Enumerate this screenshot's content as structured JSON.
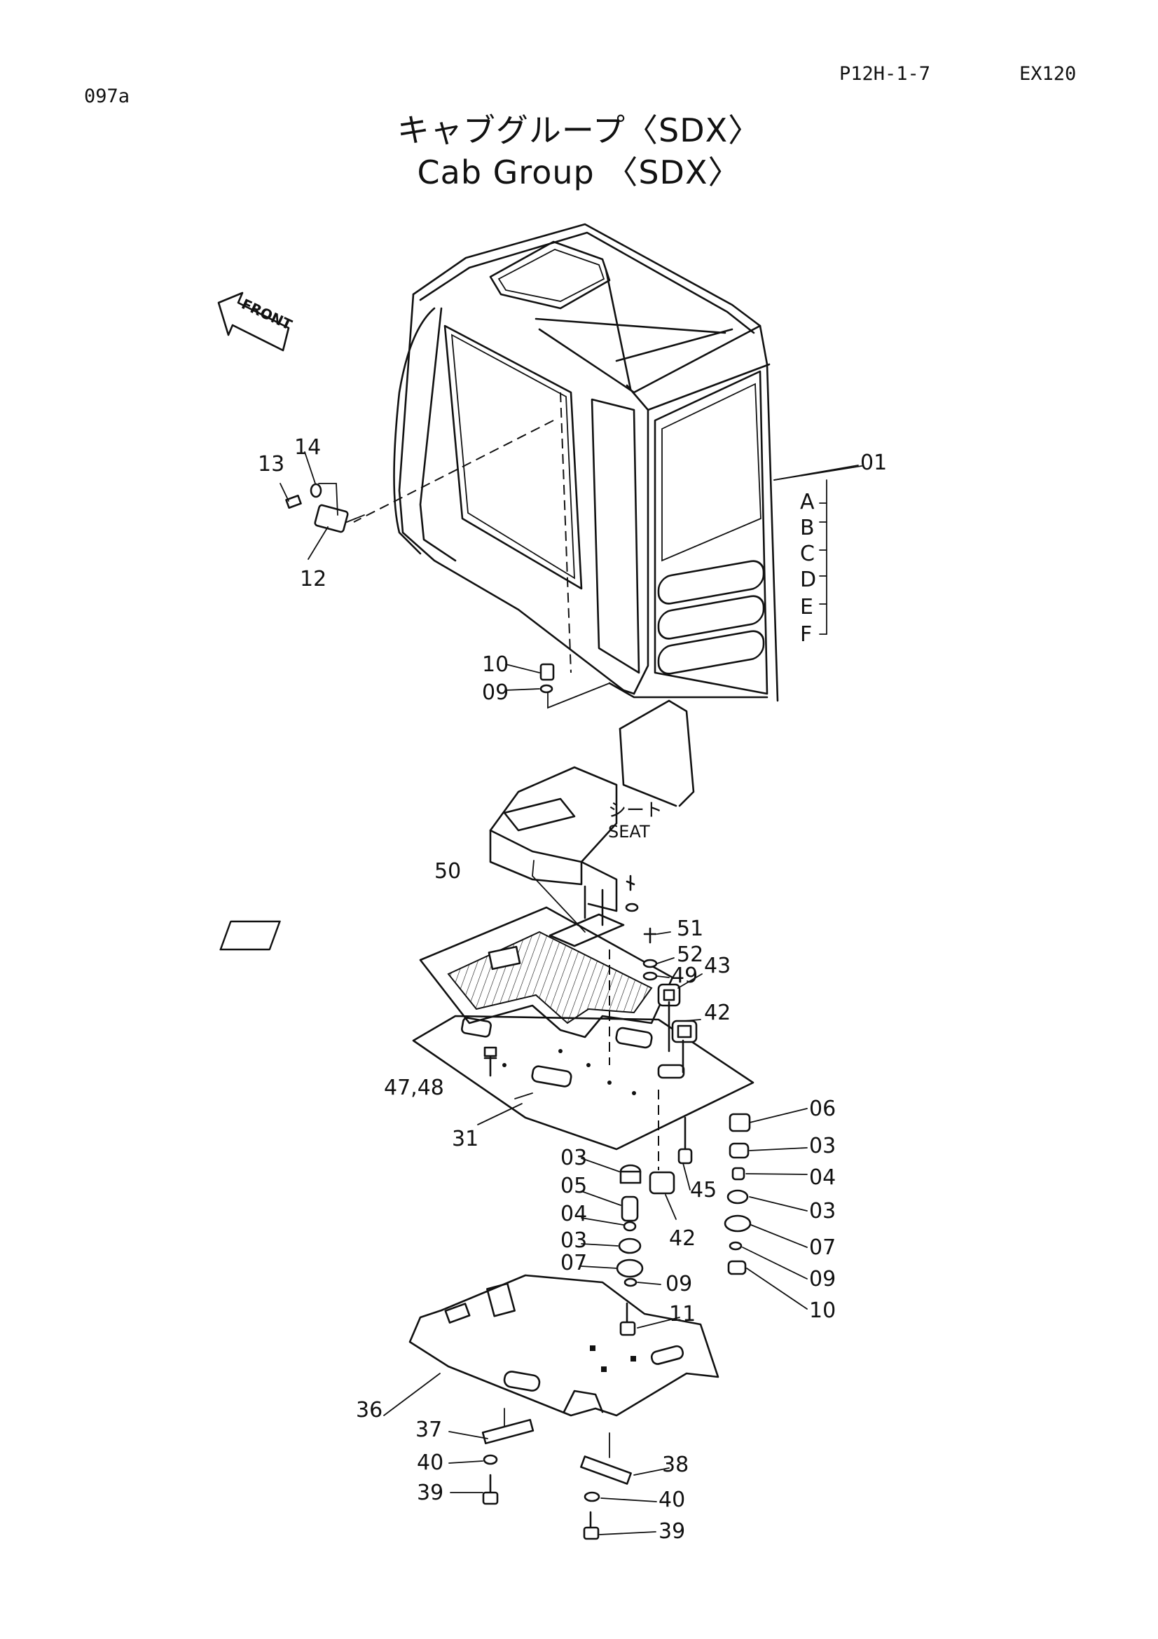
{
  "sheet": {
    "code": "097a",
    "page_ref": "P12H-1-7",
    "model": "EX120"
  },
  "title": {
    "japanese": "キャブグループ〈SDX〉",
    "english": "Cab Group 〈SDX〉"
  },
  "front_marker": "FRONT",
  "seat_label": {
    "japanese": "シート",
    "english": "SEAT"
  },
  "cab_variants": [
    "A",
    "B",
    "C",
    "D",
    "E",
    "F"
  ],
  "callouts": {
    "c01": "01",
    "c03a": "03",
    "c03b": "03",
    "c03c": "03",
    "c03d": "03",
    "c04a": "04",
    "c04b": "04",
    "c05": "05",
    "c06": "06",
    "c07a": "07",
    "c07b": "07",
    "c09a": "09",
    "c09b": "09",
    "c09c": "09",
    "c10a": "10",
    "c10b": "10",
    "c11": "11",
    "c12": "12",
    "c13": "13",
    "c14": "14",
    "c31": "31",
    "c36": "36",
    "c37": "37",
    "c38": "38",
    "c39a": "39",
    "c39b": "39",
    "c40a": "40",
    "c40b": "40",
    "c42a": "42",
    "c42b": "42",
    "c43": "43",
    "c45": "45",
    "c4748": "47,48",
    "c49": "49",
    "c50": "50",
    "c51": "51",
    "c52": "52"
  }
}
